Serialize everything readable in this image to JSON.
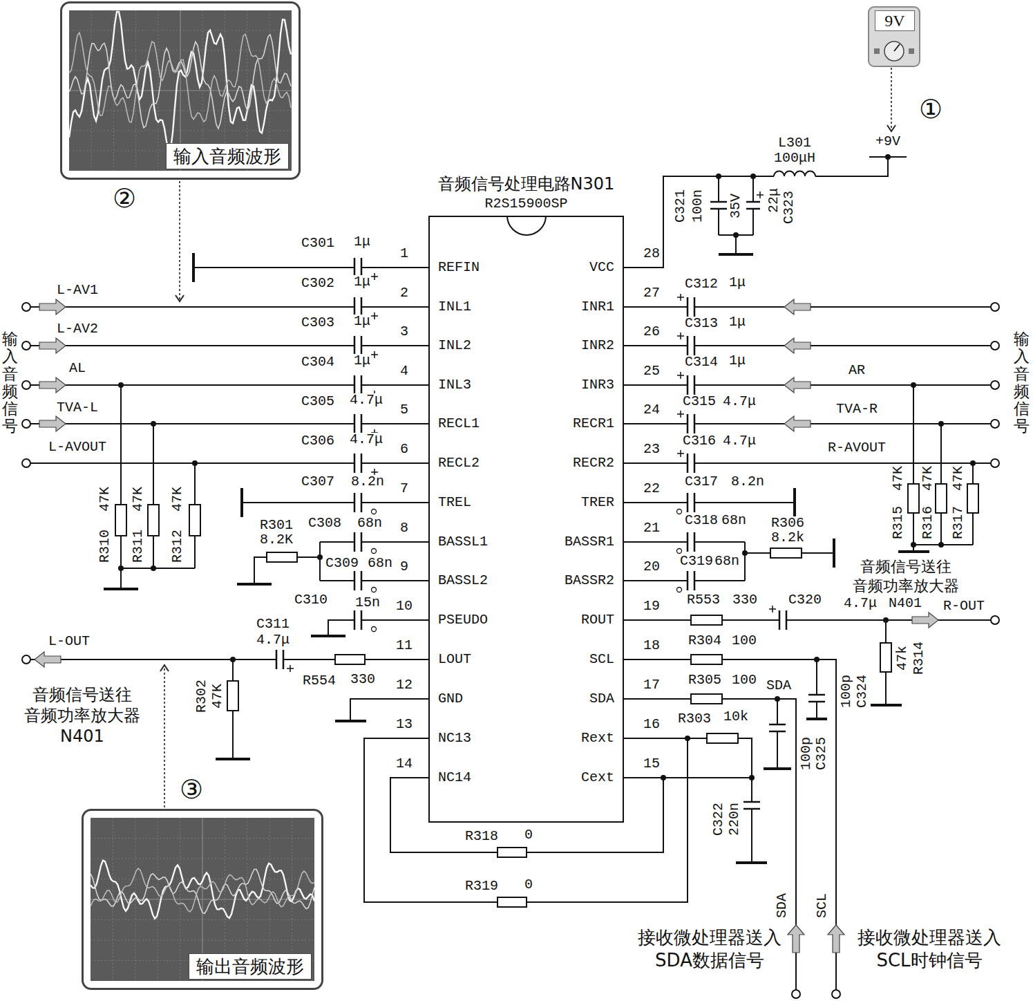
{
  "diagram": {
    "nodes": [
      {
        "text": [
          "输入音频波形"
        ]
      },
      {
        "text": [
          "9V"
        ]
      },
      {
        "text": [
          "①"
        ]
      },
      {
        "text": [
          "②"
        ]
      },
      {
        "text": [
          "音频信号处理电路N301",
          "R2S15900SP",
          "REFIN",
          "INL1",
          "INL2",
          "INL3",
          "RECL1",
          "RECL2",
          "TREL",
          "BASSL1",
          "BASSL2",
          "PSEUDO",
          "LOUT",
          "GND",
          "NC13",
          "NC14",
          "VCC",
          "INR1",
          "INR2",
          "INR3",
          "RECR1",
          "RECR2",
          "TRER",
          "BASSR1",
          "BASSR2",
          "ROUT",
          "SCL",
          "SDA",
          "Rext",
          "Cext"
        ]
      },
      {
        "text": [
          "③"
        ]
      },
      {
        "text": [
          "输出音频波形"
        ]
      }
    ],
    "labels": [
      "+9V",
      "L301",
      "100μH",
      "C321",
      "100n",
      "35V",
      "22μ",
      "C323",
      "C301",
      "1μ",
      "C302",
      "1μ",
      "C303",
      "1μ",
      "C304",
      "1μ",
      "C305",
      "4.7μ",
      "C306",
      "4.7μ",
      "C307",
      "8.2n",
      "C308",
      "68n",
      "C309",
      "68n",
      "R301",
      "8.2K",
      "C310",
      "15n",
      "C311",
      "4.7μ",
      "R554",
      "330",
      "R302",
      "47K",
      "L-AV1",
      "L-AV2",
      "AL",
      "TVA-L",
      "L-AVOUT",
      "L-OUT",
      "输入音频信号",
      "输入音频信号",
      "R310",
      "47K",
      "R311",
      "47K",
      "R312",
      "47K",
      "音频信号送往 音频功率放大器 N401",
      "C312",
      "1μ",
      "C313",
      "1μ",
      "C314",
      "1μ",
      "C315",
      "4.7μ",
      "C316",
      "4.7μ",
      "C317",
      "8.2n",
      "C318",
      "68n",
      "C319",
      "68n",
      "R306",
      "8.2k",
      "AR",
      "TVA-R",
      "R-AVOUT",
      "R315",
      "47K",
      "R316",
      "47K",
      "R317",
      "47K",
      "音频信号送往 音频功率放大器",
      "R553",
      "330",
      "C320",
      "4.7μ",
      "N401",
      "R-OUT",
      "47k",
      "R314",
      "R304",
      "100",
      "R305",
      "100",
      "R303",
      "10k",
      "SDA",
      "C324",
      "100p",
      "C325",
      "100p",
      "C322",
      "220n",
      "R318",
      "0",
      "R319",
      "0",
      "SDA",
      "SCL",
      "接收微处理器送入 SDA数据信号",
      "接收微处理器送入 SCL时钟信号",
      "1",
      "2",
      "3",
      "4",
      "5",
      "6",
      "7",
      "8",
      "9",
      "10",
      "11",
      "12",
      "13",
      "14",
      "28",
      "27",
      "26",
      "25",
      "24",
      "23",
      "22",
      "21",
      "20",
      "19",
      "18",
      "17",
      "16",
      "15"
    ]
  }
}
